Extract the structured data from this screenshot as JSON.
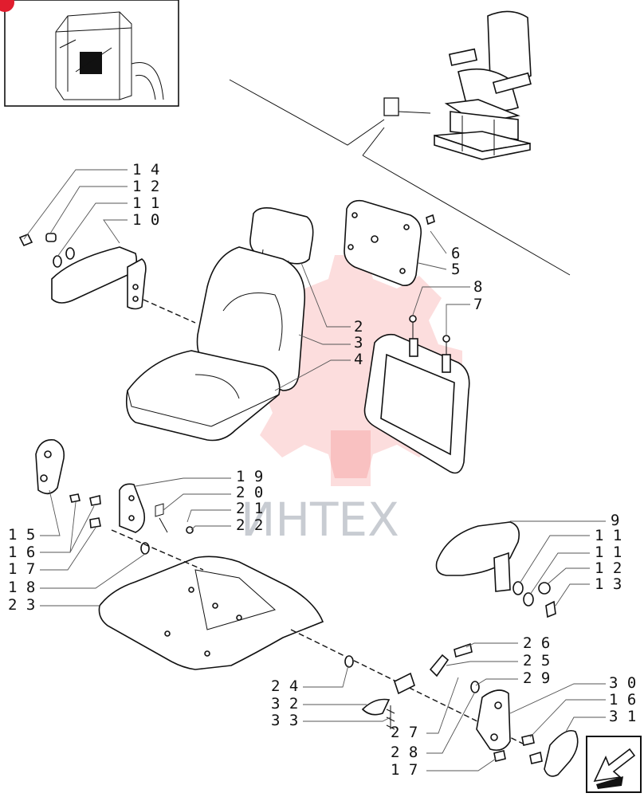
{
  "watermark": {
    "text": "ИНТЕХ",
    "color": "#ef4444"
  },
  "labels": {
    "l14": "1 4",
    "l12": "1 2",
    "l11": "1 1",
    "l10": "1 0",
    "l6": "6",
    "l5": "5",
    "l8": "8",
    "l7": "7",
    "l2": "2",
    "l3": "3",
    "l4": "4",
    "l19": "1 9",
    "l20": "2 0",
    "l21": "2 1",
    "l22": "2 2",
    "l15": "1 5",
    "l16": "1 6",
    "l17": "1 7",
    "l18": "1 8",
    "l23": "2 3",
    "r9": "9",
    "r11a": "1 1",
    "r11b": "1 1",
    "r12": "1 2",
    "r13": "1 3",
    "r26": "2 6",
    "r25": "2 5",
    "r29": "2 9",
    "r30": "3 0",
    "r16": "1 6",
    "r31": "3 1",
    "l24": "2 4",
    "l32": "3 2",
    "l33": "3 3",
    "l27": "2 7",
    "l28": "2 8",
    "l17b": "1 7"
  },
  "icons": {
    "thumbnail": "tractor-cab-thumbnail-icon",
    "badge": "red-corner-badge-icon",
    "nav": "previous-page-arrow-icon"
  }
}
